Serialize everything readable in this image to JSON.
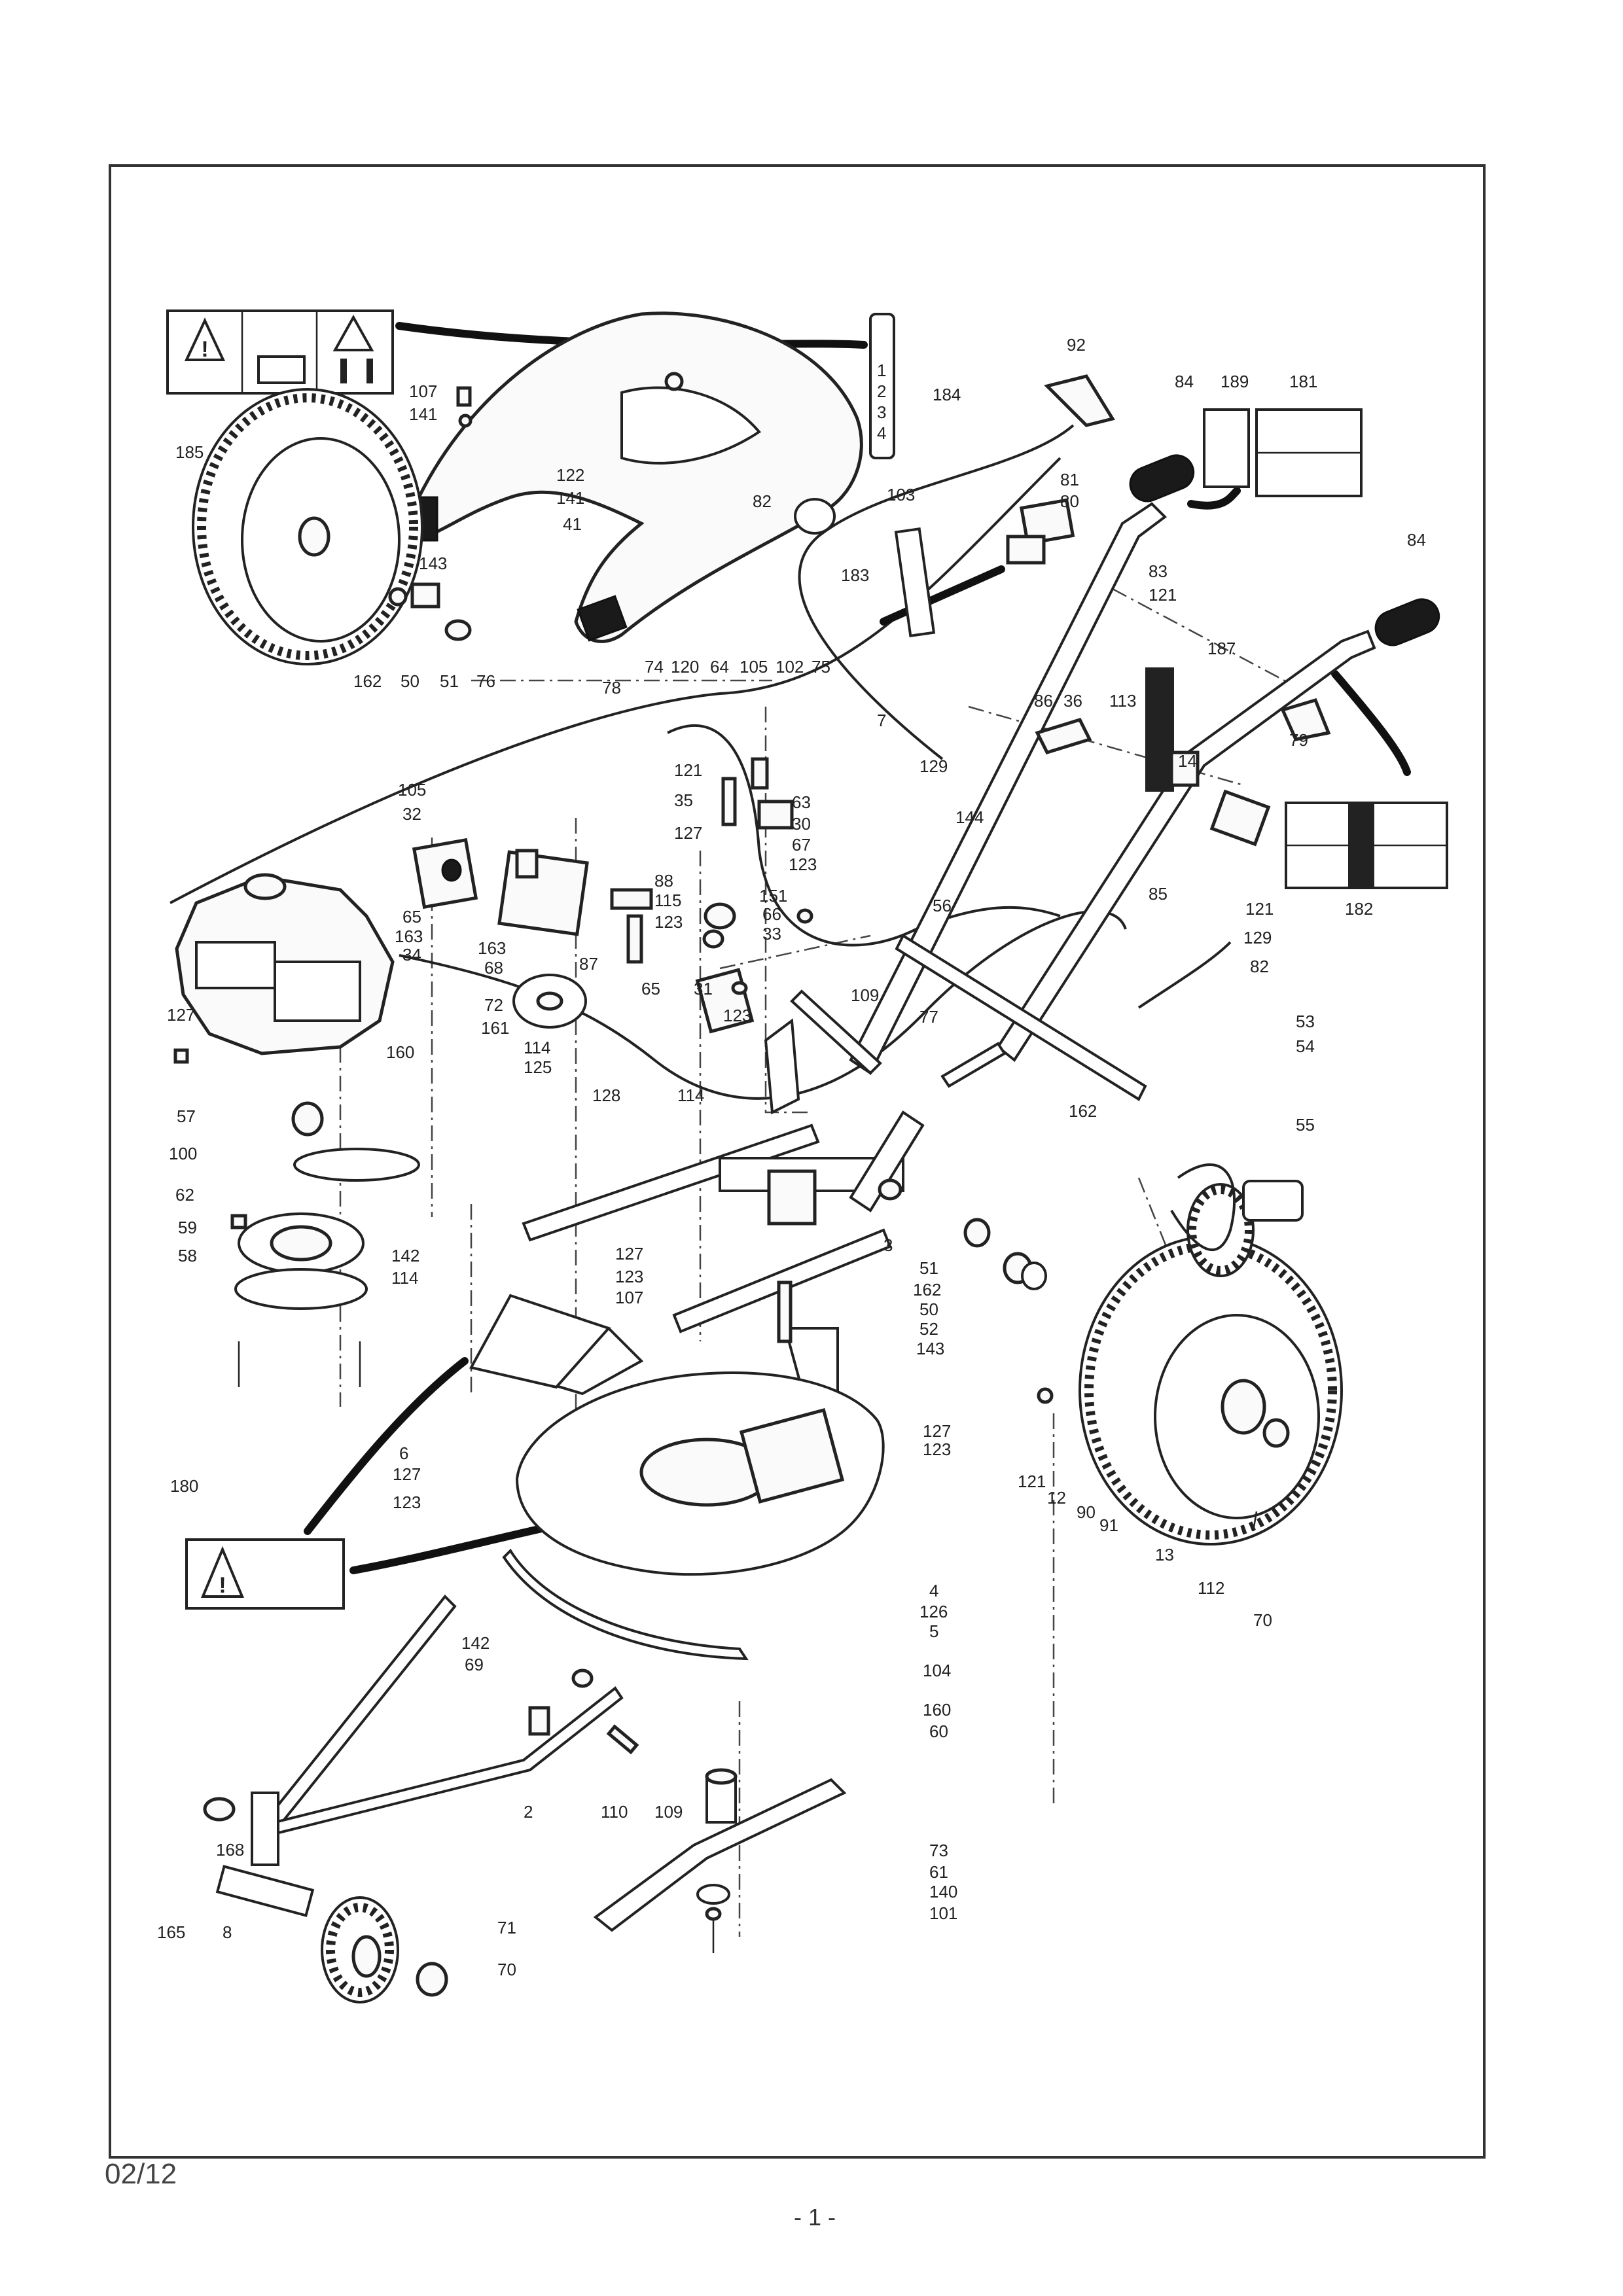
{
  "footer": {
    "date_code": "02/12",
    "page_number": "- 1 -"
  },
  "decals": {
    "version_list_labels": [
      "1",
      "2",
      "3",
      "4"
    ]
  },
  "part_callouts": [
    {
      "id": "185",
      "text": "185"
    },
    {
      "id": "107a",
      "text": "107"
    },
    {
      "id": "141a",
      "text": "141"
    },
    {
      "id": "122",
      "text": "122"
    },
    {
      "id": "141b",
      "text": "141"
    },
    {
      "id": "41",
      "text": "41"
    },
    {
      "id": "82a",
      "text": "82"
    },
    {
      "id": "143a",
      "text": "143"
    },
    {
      "id": "162a",
      "text": "162"
    },
    {
      "id": "50a",
      "text": "50"
    },
    {
      "id": "51a",
      "text": "51"
    },
    {
      "id": "76",
      "text": "76"
    },
    {
      "id": "184",
      "text": "184"
    },
    {
      "id": "92",
      "text": "92"
    },
    {
      "id": "84a",
      "text": "84"
    },
    {
      "id": "189",
      "text": "189"
    },
    {
      "id": "181",
      "text": "181"
    },
    {
      "id": "103",
      "text": "103"
    },
    {
      "id": "81",
      "text": "81"
    },
    {
      "id": "80",
      "text": "80"
    },
    {
      "id": "183",
      "text": "183"
    },
    {
      "id": "83",
      "text": "83"
    },
    {
      "id": "121a",
      "text": "121"
    },
    {
      "id": "84b",
      "text": "84"
    },
    {
      "id": "187",
      "text": "187"
    },
    {
      "id": "74",
      "text": "74"
    },
    {
      "id": "120",
      "text": "120"
    },
    {
      "id": "64",
      "text": "64"
    },
    {
      "id": "105a",
      "text": "105"
    },
    {
      "id": "102",
      "text": "102"
    },
    {
      "id": "75",
      "text": "75"
    },
    {
      "id": "78",
      "text": "78"
    },
    {
      "id": "7",
      "text": "7"
    },
    {
      "id": "86",
      "text": "86"
    },
    {
      "id": "36",
      "text": "36"
    },
    {
      "id": "113",
      "text": "113"
    },
    {
      "id": "129a",
      "text": "129"
    },
    {
      "id": "144",
      "text": "144"
    },
    {
      "id": "14",
      "text": "14"
    },
    {
      "id": "79",
      "text": "79"
    },
    {
      "id": "105b",
      "text": "105"
    },
    {
      "id": "32",
      "text": "32"
    },
    {
      "id": "121b",
      "text": "121"
    },
    {
      "id": "35",
      "text": "35"
    },
    {
      "id": "127a",
      "text": "127"
    },
    {
      "id": "63",
      "text": "63"
    },
    {
      "id": "30",
      "text": "30"
    },
    {
      "id": "67",
      "text": "67"
    },
    {
      "id": "88",
      "text": "88"
    },
    {
      "id": "115",
      "text": "115"
    },
    {
      "id": "123a",
      "text": "123"
    },
    {
      "id": "151",
      "text": "151"
    },
    {
      "id": "66",
      "text": "66"
    },
    {
      "id": "123b",
      "text": "123"
    },
    {
      "id": "33",
      "text": "33"
    },
    {
      "id": "65a",
      "text": "65"
    },
    {
      "id": "163a",
      "text": "163"
    },
    {
      "id": "34",
      "text": "34"
    },
    {
      "id": "163b",
      "text": "163"
    },
    {
      "id": "68",
      "text": "68"
    },
    {
      "id": "87",
      "text": "87"
    },
    {
      "id": "65b",
      "text": "65"
    },
    {
      "id": "31",
      "text": "31"
    },
    {
      "id": "72",
      "text": "72"
    },
    {
      "id": "161",
      "text": "161"
    },
    {
      "id": "123c",
      "text": "123"
    },
    {
      "id": "114a",
      "text": "114"
    },
    {
      "id": "125",
      "text": "125"
    },
    {
      "id": "128",
      "text": "128"
    },
    {
      "id": "114b",
      "text": "114"
    },
    {
      "id": "56",
      "text": "56"
    },
    {
      "id": "77",
      "text": "77"
    },
    {
      "id": "109a",
      "text": "109"
    },
    {
      "id": "85",
      "text": "85"
    },
    {
      "id": "121c",
      "text": "121"
    },
    {
      "id": "182",
      "text": "182"
    },
    {
      "id": "129b",
      "text": "129"
    },
    {
      "id": "82b",
      "text": "82"
    },
    {
      "id": "127b",
      "text": "127"
    },
    {
      "id": "160a",
      "text": "160"
    },
    {
      "id": "57",
      "text": "57"
    },
    {
      "id": "100",
      "text": "100"
    },
    {
      "id": "62",
      "text": "62"
    },
    {
      "id": "53",
      "text": "53"
    },
    {
      "id": "54",
      "text": "54"
    },
    {
      "id": "162b",
      "text": "162"
    },
    {
      "id": "55",
      "text": "55"
    },
    {
      "id": "59",
      "text": "59"
    },
    {
      "id": "58",
      "text": "58"
    },
    {
      "id": "142a",
      "text": "142"
    },
    {
      "id": "114c",
      "text": "114"
    },
    {
      "id": "127c",
      "text": "127"
    },
    {
      "id": "123d",
      "text": "123"
    },
    {
      "id": "107b",
      "text": "107"
    },
    {
      "id": "3",
      "text": "3"
    },
    {
      "id": "51b",
      "text": "51"
    },
    {
      "id": "162c",
      "text": "162"
    },
    {
      "id": "50b",
      "text": "50"
    },
    {
      "id": "52",
      "text": "52"
    },
    {
      "id": "143b",
      "text": "143"
    },
    {
      "id": "6",
      "text": "6"
    },
    {
      "id": "127d",
      "text": "127"
    },
    {
      "id": "123e",
      "text": "123"
    },
    {
      "id": "127e",
      "text": "127"
    },
    {
      "id": "123f",
      "text": "123"
    },
    {
      "id": "180",
      "text": "180"
    },
    {
      "id": "121d",
      "text": "121"
    },
    {
      "id": "12",
      "text": "12"
    },
    {
      "id": "90",
      "text": "90"
    },
    {
      "id": "91",
      "text": "91"
    },
    {
      "id": "13",
      "text": "13"
    },
    {
      "id": "112",
      "text": "112"
    },
    {
      "id": "70a",
      "text": "70"
    },
    {
      "id": "4",
      "text": "4"
    },
    {
      "id": "126",
      "text": "126"
    },
    {
      "id": "5",
      "text": "5"
    },
    {
      "id": "104",
      "text": "104"
    },
    {
      "id": "142b",
      "text": "142"
    },
    {
      "id": "69",
      "text": "69"
    },
    {
      "id": "160b",
      "text": "160"
    },
    {
      "id": "60",
      "text": "60"
    },
    {
      "id": "2",
      "text": "2"
    },
    {
      "id": "110",
      "text": "110"
    },
    {
      "id": "109b",
      "text": "109"
    },
    {
      "id": "73",
      "text": "73"
    },
    {
      "id": "61",
      "text": "61"
    },
    {
      "id": "140",
      "text": "140"
    },
    {
      "id": "101",
      "text": "101"
    },
    {
      "id": "168",
      "text": "168"
    },
    {
      "id": "165",
      "text": "165"
    },
    {
      "id": "8",
      "text": "8"
    },
    {
      "id": "71",
      "text": "71"
    },
    {
      "id": "70b",
      "text": "70"
    }
  ]
}
